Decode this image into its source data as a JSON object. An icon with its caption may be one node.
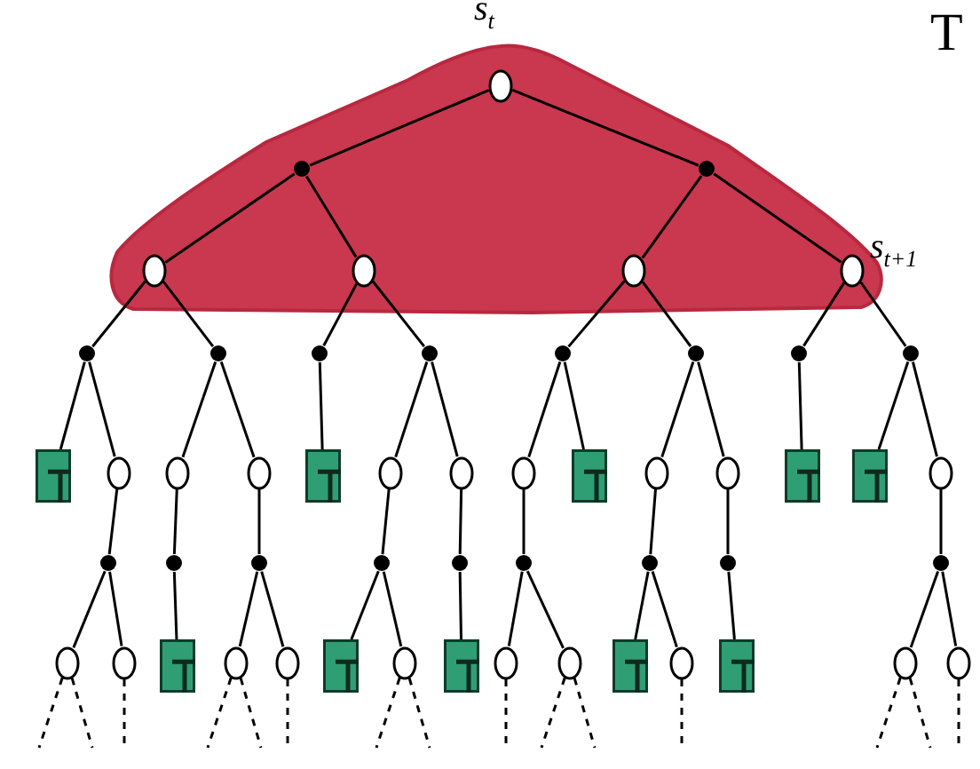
{
  "diagram": {
    "nodes": [
      {
        "text": [],
        "shape": "ellipse",
        "beside": [
          "s$_{t}$"
        ]
      },
      {
        "text": [],
        "shape": "dot"
      },
      {
        "text": [],
        "shape": "dot"
      },
      {
        "text": [],
        "shape": "ellipse"
      },
      {
        "text": [],
        "shape": "ellipse"
      },
      {
        "text": [],
        "shape": "ellipse"
      },
      {
        "text": [],
        "shape": "ellipse",
        "beside": [
          "s$_{t+1}$"
        ]
      },
      {
        "text": [],
        "shape": "dot"
      },
      {
        "text": [],
        "shape": "dot"
      },
      {
        "text": [],
        "shape": "dot"
      },
      {
        "text": [],
        "shape": "dot"
      },
      {
        "text": [],
        "shape": "dot"
      },
      {
        "text": [],
        "shape": "dot"
      },
      {
        "text": [],
        "shape": "dot"
      },
      {
        "text": [],
        "shape": "dot"
      },
      {
        "text": [],
        "shape": "box"
      },
      {
        "text": [],
        "shape": "ellipse"
      },
      {
        "text": [],
        "shape": "ellipse"
      },
      {
        "text": [],
        "shape": "ellipse"
      },
      {
        "text": [],
        "shape": "box"
      },
      {
        "text": [],
        "shape": "ellipse"
      },
      {
        "text": [],
        "shape": "ellipse"
      },
      {
        "text": [],
        "shape": "ellipse"
      },
      {
        "text": [],
        "shape": "box"
      },
      {
        "text": [],
        "shape": "ellipse"
      },
      {
        "text": [],
        "shape": "ellipse"
      },
      {
        "text": [],
        "shape": "box"
      },
      {
        "text": [],
        "shape": "box"
      },
      {
        "text": [],
        "shape": "ellipse"
      },
      {
        "text": [],
        "shape": "dot"
      },
      {
        "text": [],
        "shape": "dot"
      },
      {
        "text": [],
        "shape": "dot"
      },
      {
        "text": [],
        "shape": "dot"
      },
      {
        "text": [],
        "shape": "dot"
      },
      {
        "text": [],
        "shape": "dot"
      },
      {
        "text": [],
        "shape": "dot"
      },
      {
        "text": [],
        "shape": "dot"
      },
      {
        "text": [],
        "shape": "dot"
      },
      {
        "text": [],
        "shape": "ellipse"
      },
      {
        "text": [],
        "shape": "ellipse"
      },
      {
        "text": [],
        "shape": "box"
      },
      {
        "text": [],
        "shape": "ellipse"
      },
      {
        "text": [],
        "shape": "ellipse"
      },
      {
        "text": [],
        "shape": "box"
      },
      {
        "text": [],
        "shape": "ellipse"
      },
      {
        "text": [],
        "shape": "box"
      },
      {
        "text": [],
        "shape": "ellipse"
      },
      {
        "text": [],
        "shape": "ellipse"
      },
      {
        "text": [],
        "shape": "box"
      },
      {
        "text": [],
        "shape": "ellipse"
      },
      {
        "text": [],
        "shape": "box"
      },
      {
        "text": [],
        "shape": "ellipse"
      },
      {
        "text": [],
        "shape": "ellipse"
      }
    ],
    "edges": [
      {
        "from": 0,
        "to": 1,
        "arrow": "none"
      },
      {
        "from": 0,
        "to": 2,
        "arrow": "none"
      },
      {
        "from": 1,
        "to": 3,
        "arrow": "none"
      },
      {
        "from": 1,
        "to": 4,
        "arrow": "none"
      },
      {
        "from": 2,
        "to": 5,
        "arrow": "none"
      },
      {
        "from": 2,
        "to": 6,
        "arrow": "none"
      },
      {
        "from": 3,
        "to": 7,
        "arrow": "none"
      },
      {
        "from": 3,
        "to": 8,
        "arrow": "none"
      },
      {
        "from": 4,
        "to": 9,
        "arrow": "none"
      },
      {
        "from": 4,
        "to": 10,
        "arrow": "none"
      },
      {
        "from": 5,
        "to": 11,
        "arrow": "none"
      },
      {
        "from": 5,
        "to": 12,
        "arrow": "none"
      },
      {
        "from": 6,
        "to": 13,
        "arrow": "none"
      },
      {
        "from": 6,
        "to": 14,
        "arrow": "none"
      },
      {
        "from": 7,
        "to": 15,
        "arrow": "none"
      },
      {
        "from": 7,
        "to": 16,
        "arrow": "none"
      },
      {
        "from": 8,
        "to": 17,
        "arrow": "none"
      },
      {
        "from": 8,
        "to": 18,
        "arrow": "none"
      },
      {
        "from": 9,
        "to": 19,
        "arrow": "none"
      },
      {
        "from": 10,
        "to": 20,
        "arrow": "none"
      },
      {
        "from": 10,
        "to": 21,
        "arrow": "none"
      },
      {
        "from": 11,
        "to": 22,
        "arrow": "none"
      },
      {
        "from": 11,
        "to": 23,
        "arrow": "none"
      },
      {
        "from": 12,
        "to": 24,
        "arrow": "none"
      },
      {
        "from": 12,
        "to": 25,
        "arrow": "none"
      },
      {
        "from": 13,
        "to": 26,
        "arrow": "none"
      },
      {
        "from": 14,
        "to": 27,
        "arrow": "none"
      },
      {
        "from": 14,
        "to": 28,
        "arrow": "none"
      },
      {
        "from": 16,
        "to": 29,
        "arrow": "none"
      },
      {
        "from": 17,
        "to": 30,
        "arrow": "none"
      },
      {
        "from": 18,
        "to": 31,
        "arrow": "none"
      },
      {
        "from": 20,
        "to": 32,
        "arrow": "none"
      },
      {
        "from": 21,
        "to": 33,
        "arrow": "none"
      },
      {
        "from": 22,
        "to": 34,
        "arrow": "none"
      },
      {
        "from": 24,
        "to": 35,
        "arrow": "none"
      },
      {
        "from": 25,
        "to": 36,
        "arrow": "none"
      },
      {
        "from": 28,
        "to": 37,
        "arrow": "none"
      },
      {
        "from": 29,
        "to": 38,
        "arrow": "none"
      },
      {
        "from": 29,
        "to": 39,
        "arrow": "none"
      },
      {
        "from": 30,
        "to": 40,
        "arrow": "none"
      },
      {
        "from": 31,
        "to": 41,
        "arrow": "none"
      },
      {
        "from": 31,
        "to": 42,
        "arrow": "none"
      },
      {
        "from": 32,
        "to": 43,
        "arrow": "none"
      },
      {
        "from": 32,
        "to": 44,
        "arrow": "none"
      },
      {
        "from": 33,
        "to": 45,
        "arrow": "none"
      },
      {
        "from": 34,
        "to": 46,
        "arrow": "none"
      },
      {
        "from": 34,
        "to": 47,
        "arrow": "none"
      },
      {
        "from": 35,
        "to": 48,
        "arrow": "none"
      },
      {
        "from": 35,
        "to": 49,
        "arrow": "none"
      },
      {
        "from": 36,
        "to": 50,
        "arrow": "none"
      },
      {
        "from": 37,
        "to": 51,
        "arrow": "none"
      },
      {
        "from": 37,
        "to": 52,
        "arrow": "none"
      },
      {
        "from": 38,
        "to": null,
        "arrow": "none",
        "style": "dashed"
      },
      {
        "from": 38,
        "to": null,
        "arrow": "none",
        "style": "dashed"
      },
      {
        "from": 39,
        "to": null,
        "arrow": "none",
        "style": "dashed"
      },
      {
        "from": 41,
        "to": null,
        "arrow": "none",
        "style": "dashed"
      },
      {
        "from": 41,
        "to": null,
        "arrow": "none",
        "style": "dashed"
      },
      {
        "from": 42,
        "to": null,
        "arrow": "none",
        "style": "dashed"
      },
      {
        "from": 44,
        "to": null,
        "arrow": "none",
        "style": "dashed"
      },
      {
        "from": 44,
        "to": null,
        "arrow": "none",
        "style": "dashed"
      },
      {
        "from": 46,
        "to": null,
        "arrow": "none",
        "style": "dashed"
      },
      {
        "from": 47,
        "to": null,
        "arrow": "none",
        "style": "dashed"
      },
      {
        "from": 47,
        "to": null,
        "arrow": "none",
        "style": "dashed"
      },
      {
        "from": 49,
        "to": null,
        "arrow": "none",
        "style": "dashed"
      },
      {
        "from": 51,
        "to": null,
        "arrow": "none",
        "style": "dashed"
      },
      {
        "from": 51,
        "to": null,
        "arrow": "none",
        "style": "dashed"
      },
      {
        "from": 52,
        "to": null,
        "arrow": "none",
        "style": "dashed"
      }
    ],
    "labels": [
      "T"
    ]
  }
}
